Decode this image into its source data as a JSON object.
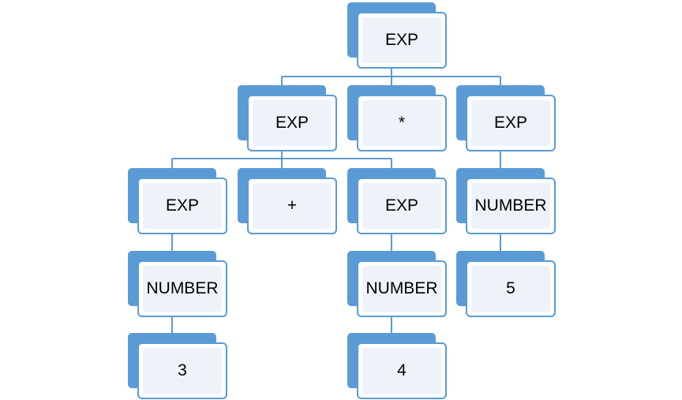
{
  "diagram": {
    "colors": {
      "box_fill": "#5b9bd5",
      "box_border": "#5b9bd5",
      "inner_fill": "#eef3fa",
      "connector": "#5b9bd5"
    },
    "nodes": [
      {
        "id": "root",
        "label": "EXP"
      },
      {
        "id": "exp-left",
        "label": "EXP",
        "parent": "root"
      },
      {
        "id": "times",
        "label": "*",
        "parent": "root"
      },
      {
        "id": "exp-right",
        "label": "EXP",
        "parent": "root"
      },
      {
        "id": "exp-ll",
        "label": "EXP",
        "parent": "exp-left"
      },
      {
        "id": "plus",
        "label": "+",
        "parent": "exp-left"
      },
      {
        "id": "exp-lr",
        "label": "EXP",
        "parent": "exp-left"
      },
      {
        "id": "number-r",
        "label": "NUMBER",
        "parent": "exp-right"
      },
      {
        "id": "number-ll",
        "label": "NUMBER",
        "parent": "exp-ll"
      },
      {
        "id": "number-lr",
        "label": "NUMBER",
        "parent": "exp-lr"
      },
      {
        "id": "five",
        "label": "5",
        "parent": "number-r"
      },
      {
        "id": "three",
        "label": "3",
        "parent": "number-ll"
      },
      {
        "id": "four",
        "label": "4",
        "parent": "number-lr"
      }
    ]
  }
}
